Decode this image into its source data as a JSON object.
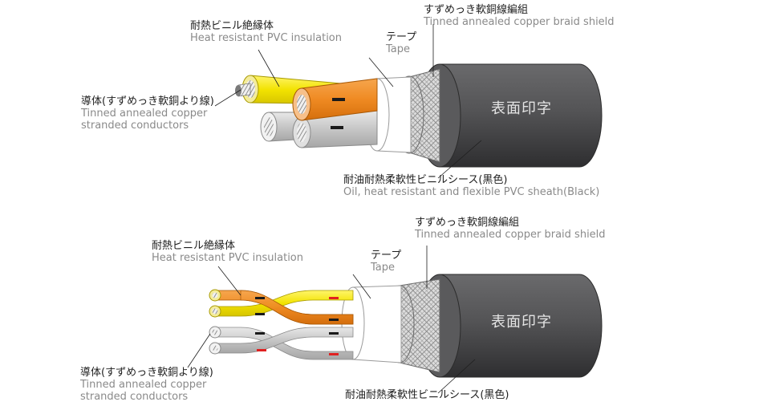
{
  "diagrams": [
    {
      "id": "top",
      "sheath_print": "表面印字",
      "labels": {
        "insulation": {
          "jp": "耐熱ビニル絶縁体",
          "en": "Heat resistant PVC insulation"
        },
        "tape": {
          "jp": "テープ",
          "en": "Tape"
        },
        "braid": {
          "jp": "すずめっき軟銅線編組",
          "en": "Tinned annealed copper braid shield"
        },
        "conductor": {
          "jp": "導体(すずめっき軟銅より線)",
          "en1": "Tinned annealed copper",
          "en2": "stranded conductors"
        },
        "sheath": {
          "jp": "耐油耐熱柔軟性ビニルシース(黒色)",
          "en": "Oil, heat resistant and flexible PVC sheath(Black)"
        }
      }
    },
    {
      "id": "bottom",
      "sheath_print": "表面印字",
      "labels": {
        "insulation": {
          "jp": "耐熱ビニル絶縁体",
          "en": "Heat resistant PVC insulation"
        },
        "tape": {
          "jp": "テープ",
          "en": "Tape"
        },
        "braid": {
          "jp": "すずめっき軟銅線編組",
          "en": "Tinned annealed copper braid shield"
        },
        "conductor": {
          "jp": "導体(すずめっき軟銅より線)",
          "en1": "Tinned annealed copper",
          "en2": "stranded conductors"
        },
        "sheath": {
          "jp": "耐油耐熱柔軟性ビニルシース(黒色)"
        }
      }
    }
  ],
  "colors": {
    "sheath": "#4a4a4c",
    "insulation_yellow": "#f2e300",
    "insulation_orange": "#ef8a22",
    "insulation_white": "#e6e6e6",
    "insulation_grey": "#bdbdbd",
    "tape": "#ffffff",
    "braid": "#d9d9d9",
    "stripe_black": "#1a1a1a",
    "stripe_red": "#e02020"
  }
}
